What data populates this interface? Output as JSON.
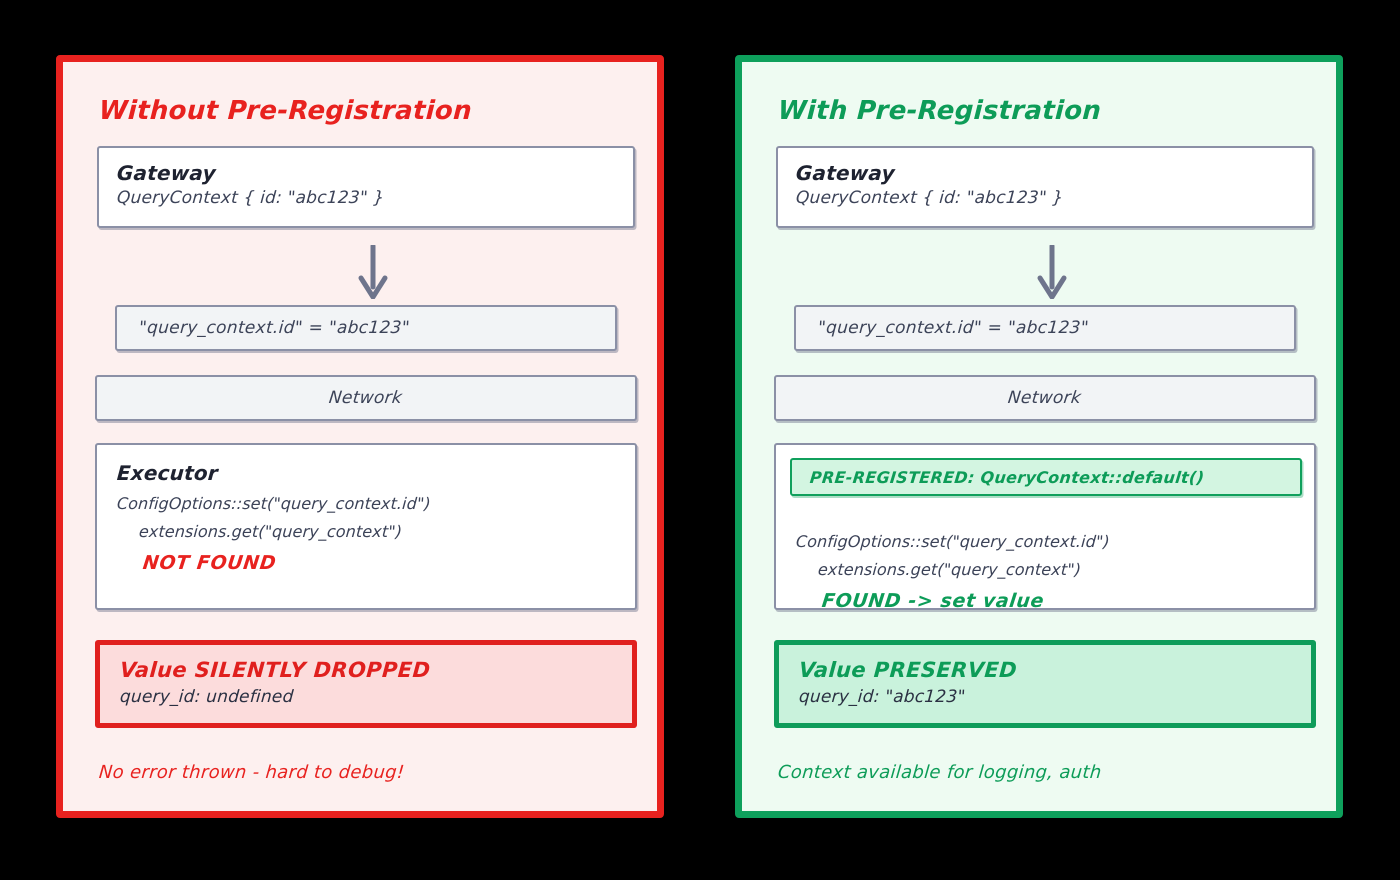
{
  "colors": {
    "background": "#000000",
    "red_accent": "#e8221f",
    "green_accent": "#0ea05c",
    "red_panel_fill": "#fdf0ef",
    "green_panel_fill": "#eefbf2",
    "box_border": "#8b90a6",
    "box_fill_white": "#ffffff",
    "box_fill_gray": "#f2f4f6",
    "prereg_fill": "#d3f5e1",
    "outcome_red_fill": "#fcdcdc",
    "outcome_green_fill": "#c9f2dc",
    "text_dark": "#3c4358"
  },
  "panels": [
    {
      "id": "without-pre-registration",
      "title": "Without Pre-Registration",
      "gateway": {
        "title": "Gateway",
        "detail": "QueryContext { id: \"abc123\" }"
      },
      "arrow_icon": "arrow-down-icon",
      "kv": "\"query_context.id\" = \"abc123\"",
      "network": "Network",
      "executor": {
        "title": "Executor",
        "prereg": null,
        "code": [
          "ConfigOptions::set(\"query_context.id\")",
          "extensions.get(\"query_context\")"
        ],
        "result": "NOT FOUND"
      },
      "outcome": {
        "title": "Value SILENTLY DROPPED",
        "detail": "query_id: undefined"
      },
      "footnote": "No error thrown - hard to debug!"
    },
    {
      "id": "with-pre-registration",
      "title": "With Pre-Registration",
      "gateway": {
        "title": "Gateway",
        "detail": "QueryContext { id: \"abc123\" }"
      },
      "arrow_icon": "arrow-down-icon",
      "kv": "\"query_context.id\" = \"abc123\"",
      "network": "Network",
      "executor": {
        "title": null,
        "prereg": "PRE-REGISTERED: QueryContext::default()",
        "code": [
          "ConfigOptions::set(\"query_context.id\")",
          "extensions.get(\"query_context\")"
        ],
        "result": "FOUND -> set value"
      },
      "outcome": {
        "title": "Value PRESERVED",
        "detail": "query_id: \"abc123\""
      },
      "footnote": "Context available for logging, auth"
    }
  ]
}
